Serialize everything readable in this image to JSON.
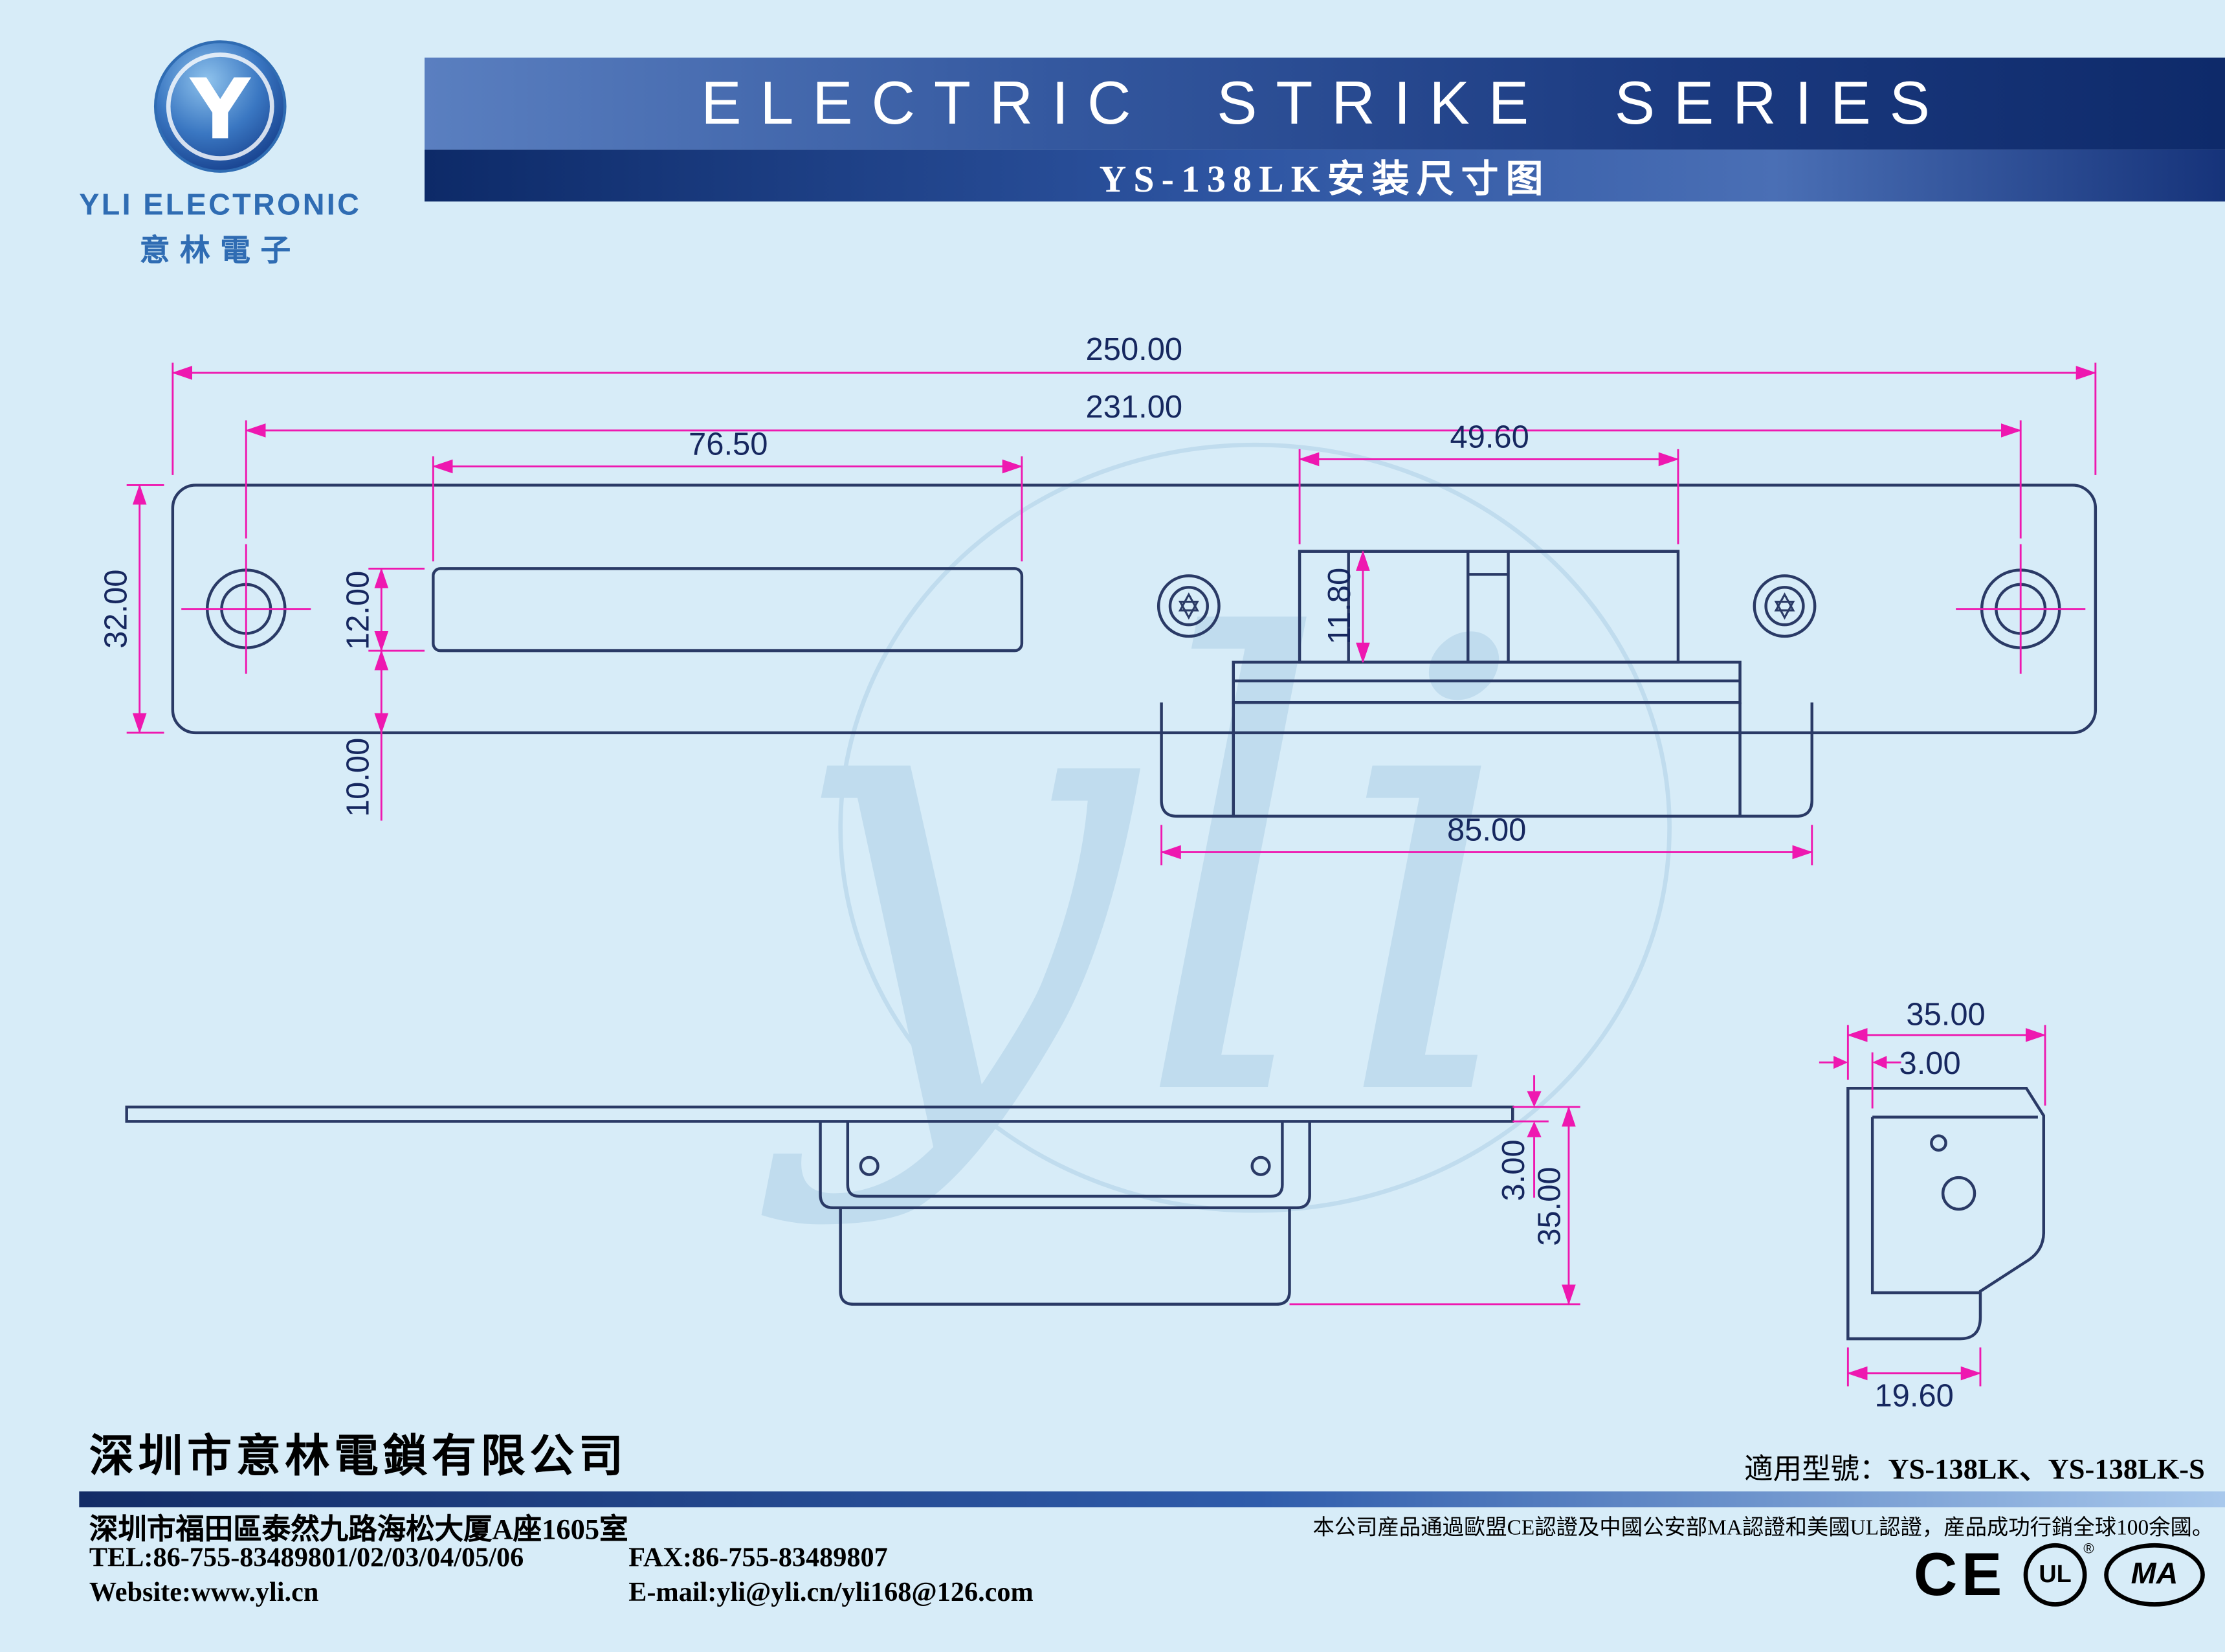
{
  "colors": {
    "background": "#d7ecf8",
    "line": "#2a3a66",
    "dimension": "#ee18b0",
    "banner_dark": "#0e2a6a",
    "banner_mid": "#34589f",
    "brand_blue": "#2f6cb3"
  },
  "logo": {
    "letter": "Y",
    "company_en": "YLI ELECTRONIC",
    "company_cn": "意林電子"
  },
  "banner": {
    "title": "ELECTRIC STRIKE SERIES",
    "subtitle": "YS-138LK安装尺寸图"
  },
  "watermark": "yli",
  "dims": {
    "total_width": "250.00",
    "hole_span": "231.00",
    "slot_width": "76.50",
    "keeper_width": "49.60",
    "plate_height": "32.00",
    "slot_height": "12.00",
    "slot_offset": "10.00",
    "keeper_height": "11.80",
    "body_width": "85.00",
    "side_thickness": "3.00",
    "side_height": "35.00",
    "end_width": "35.00",
    "end_thickness": "3.00",
    "end_foot_width": "19.60"
  },
  "footer": {
    "company_cn": "深圳市意林電鎖有限公司",
    "models_label": "適用型號：",
    "models": "YS-138LK、YS-138LK-S",
    "address": "深圳市福田區泰然九路海松大厦A座1605室",
    "tel": "TEL:86-755-83489801/02/03/04/05/06",
    "fax": "FAX:86-755-83489807",
    "website": "Website:www.yli.cn",
    "email": "E-mail:yli@yli.cn/yli168@126.com",
    "cert_note": "本公司産品通過歐盟CE認證及中國公安部MA認證和美國UL認證，産品成功行銷全球100余國。",
    "cert_ce": "CE",
    "cert_ul": "UL",
    "cert_ul_reg": "®",
    "cert_ma": "MA"
  }
}
